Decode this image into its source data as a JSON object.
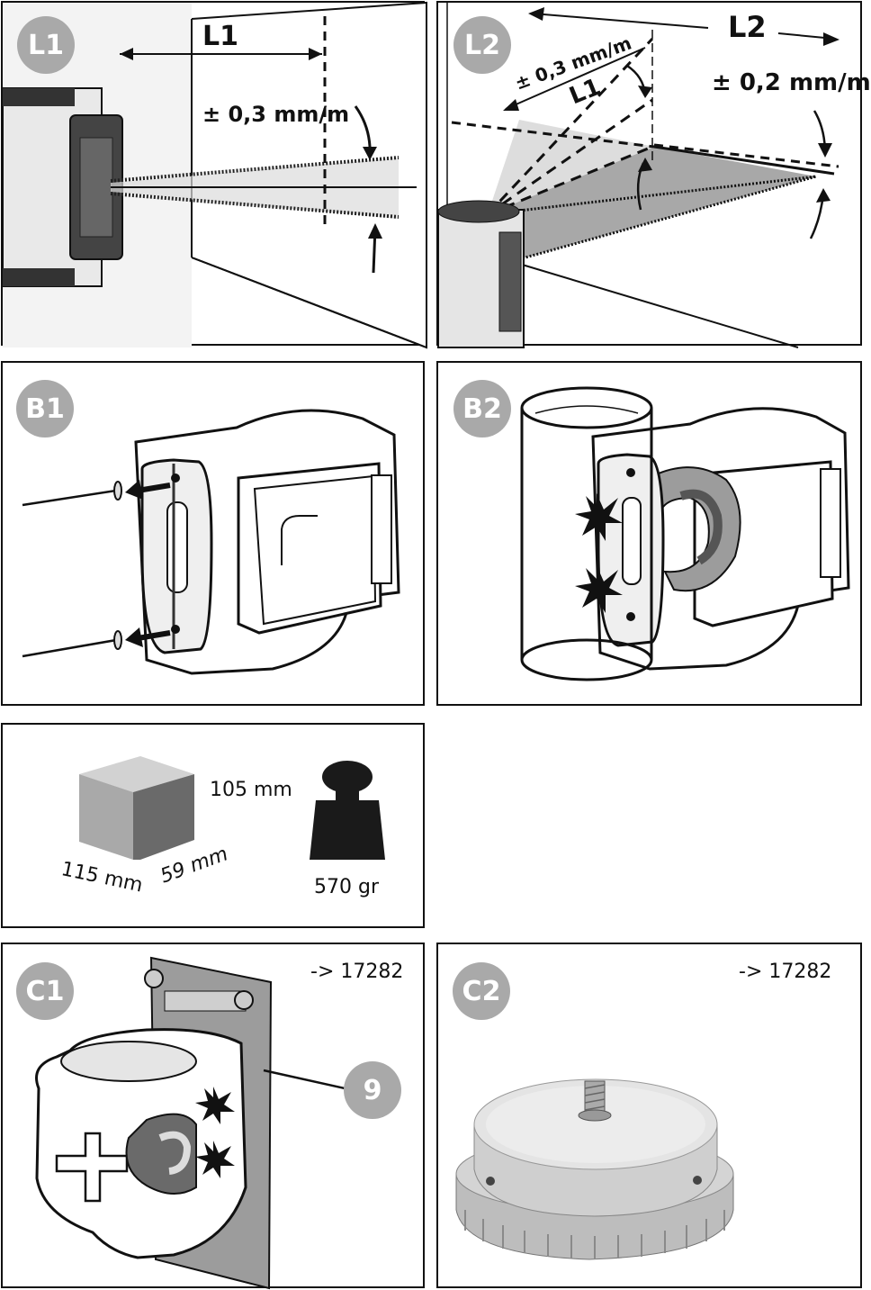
{
  "panels": {
    "l1": {
      "badge": "L1",
      "distance_label": "L1",
      "tolerance": "± 0,3 mm/m"
    },
    "l2": {
      "badge": "L2",
      "distance_label": "L2",
      "small_distance_label": "L1",
      "tolerance_small": "± 0,3 mm/m",
      "tolerance_large": "± 0,2 mm/m"
    },
    "b1": {
      "badge": "B1"
    },
    "b2": {
      "badge": "B2"
    },
    "specs": {
      "height": "105 mm",
      "width": "115 mm",
      "depth": "59 mm",
      "weight": "570 gr"
    },
    "c1": {
      "badge": "C1",
      "ref": "-> 17282",
      "part_number": "9"
    },
    "c2": {
      "badge": "C2",
      "ref": "-> 17282"
    }
  },
  "colors": {
    "badge_fill": "#a9a9a9",
    "line": "#111111",
    "shade_light": "#d4d4d4",
    "shade_mid": "#a6a6a6",
    "shade_dark": "#555555"
  }
}
